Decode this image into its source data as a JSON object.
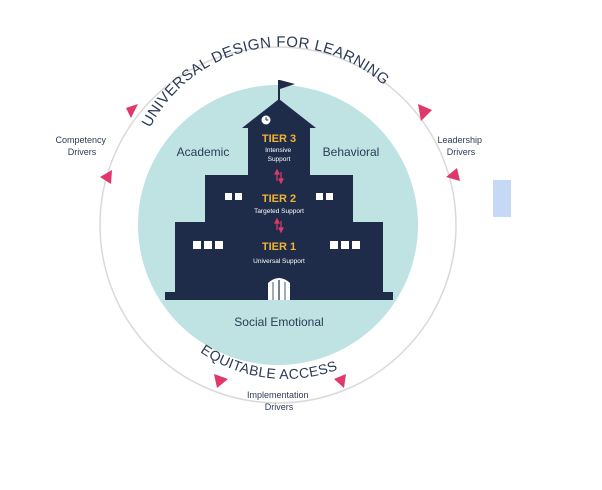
{
  "arc_top": "UNIVERSAL DESIGN FOR LEARNING",
  "arc_bottom": "EQUITABLE ACCESS",
  "drivers": {
    "competency": [
      "Competency",
      "Drivers"
    ],
    "leadership": [
      "Leadership",
      "Drivers"
    ],
    "implementation": [
      "Implementation",
      "Drivers"
    ]
  },
  "domains": {
    "academic": "Academic",
    "behavioral": "Behavioral",
    "social_emotional": "Social Emotional"
  },
  "tiers": [
    {
      "label": "TIER 3",
      "desc": [
        "Intensive",
        "Support"
      ]
    },
    {
      "label": "TIER 2",
      "desc": [
        "Targeted Support"
      ]
    },
    {
      "label": "TIER 1",
      "desc": [
        "Universal Support"
      ]
    }
  ],
  "colors": {
    "navy": "#1e2c4a",
    "teal_circle": "#bfe2e3",
    "gold": "#f2b233",
    "pink": "#e0386b",
    "ring": "#d9d9d9",
    "window": "#ffffff",
    "text_dark": "#2b3b55",
    "side_badge": "#c5d8f5"
  },
  "icons": {
    "flag": "flag-icon",
    "clock": "clock-icon",
    "door": "door-icon",
    "arrow": "triangle-arrow-icon",
    "tier_arrows": "up-down-arrows-icon"
  }
}
